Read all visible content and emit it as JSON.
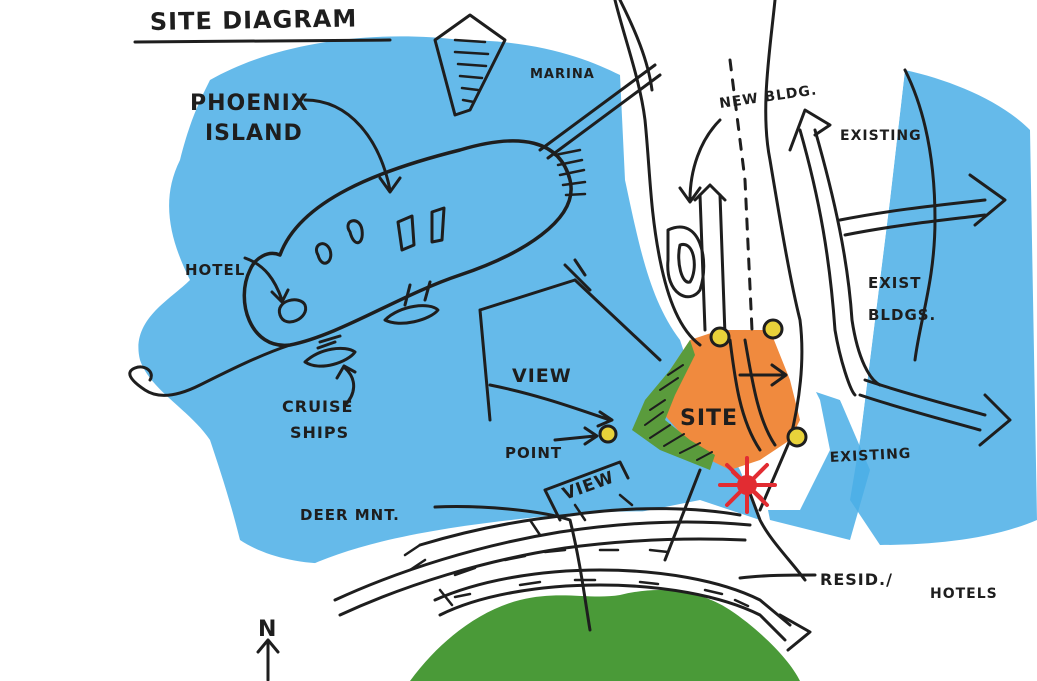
{
  "title": "SITE DIAGRAM",
  "labels": {
    "phoenix": "PHOENIX",
    "island": "ISLAND",
    "marina": "MARINA",
    "new_bldg": "NEW BLDG.",
    "existing_top": "EXISTING",
    "hotel": "HOTEL",
    "view_upper": "VIEW",
    "site": "SITE",
    "exist": "EXIST",
    "bldgs": "BLDGS.",
    "cruise": "CRUISE",
    "ships": "SHIPS",
    "point": "POINT",
    "view_lower": "VIEW",
    "existing_lower": "EXISTING",
    "deer_mnt": "DEER MNT.",
    "resid": "RESID./",
    "hotels": "HOTELS",
    "north": "N"
  },
  "colors": {
    "water": "#4aaee6",
    "site": "#f08a3e",
    "green_edge": "#5a9b3c",
    "mountain": "#4a9a38",
    "node": "#e8d23a",
    "star": "#e22c32",
    "ink": "#1e1e1e"
  }
}
